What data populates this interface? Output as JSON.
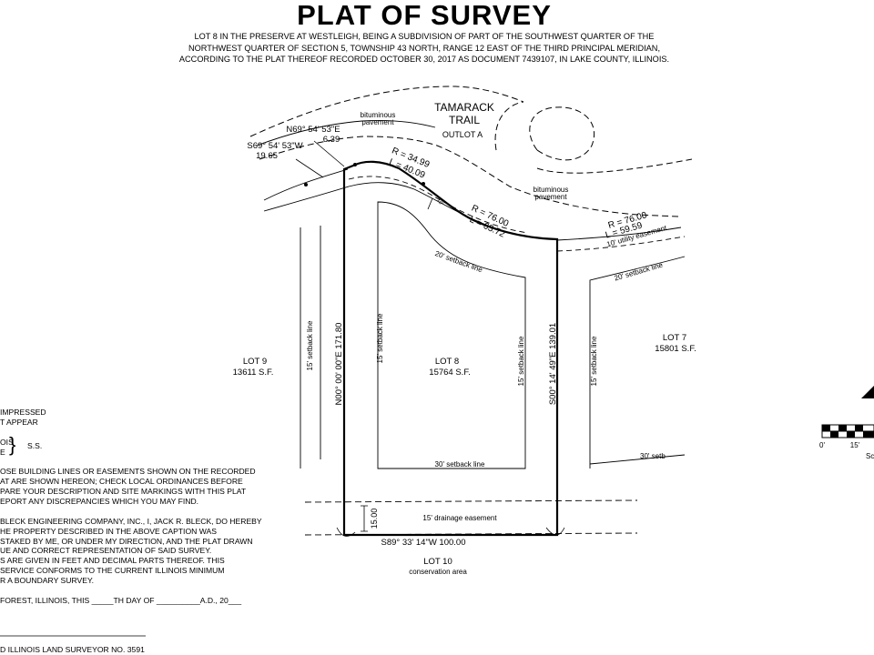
{
  "header": {
    "title": "PLAT OF SURVEY",
    "description": [
      "LOT 8 IN THE PRESERVE AT WESTLEIGH, BEING A SUBDIVISION OF PART OF THE SOUTHWEST QUARTER OF THE",
      "NORTHWEST QUARTER OF SECTION 5, TOWNSHIP 43 NORTH, RANGE 12 EAST OF THE THIRD PRINCIPAL MERIDIAN,",
      "ACCORDING TO THE PLAT THEREOF RECORDED OCTOBER 30, 2017 AS DOCUMENT 7439107, IN LAKE COUNTY, ILLINOIS."
    ]
  },
  "road": {
    "name_line1": "TAMARACK",
    "name_line2": "TRAIL",
    "outlot": "OUTLOT A",
    "pavement_label1_a": "bituminous",
    "pavement_label1_b": "pavement",
    "pavement_label2_a": "bituminous",
    "pavement_label2_b": "pavement"
  },
  "bearings": {
    "n69": "N69° 54' 53\"E",
    "n69_dist": "6.39",
    "s69": "S69° 54' 53\"W",
    "s69_dist": "19.65",
    "west": "N00° 00' 00\"E  171.80",
    "east": "S00° 14' 49\"E  139.01",
    "south": "S89° 33' 14\"W  100.00",
    "drain_width": "15.00",
    "curve_tick": "10'"
  },
  "curves": {
    "c1_r": "R = 34.99",
    "c1_l": "L = 40.09",
    "c2_r": "R = 76.00",
    "c2_l": "L = 63.72",
    "c3_r": "R = 76.00",
    "c3_l": "L = 59.59"
  },
  "easements": {
    "utility": "10' utility easement",
    "setback_20_lot8": "20' setback line",
    "setback_20_lot7": "20' setback line",
    "setback_15_lot9": "15' setback line",
    "setback_15_lot8_left": "15' setback line",
    "setback_15_lot8_right": "15' setback line",
    "setback_15_lot7": "15' setback line",
    "setback_30_lot8": "30' setback line",
    "setback_30_lot7": "30' setb",
    "drainage": "15' drainage easement"
  },
  "lots": {
    "lot9_name": "LOT 9",
    "lot9_area": "13611 S.F.",
    "lot8_name": "LOT 8",
    "lot8_area": "15764 S.F.",
    "lot7_name": "LOT 7",
    "lot7_area": "15801 S.F.",
    "lot10_name": "LOT 10",
    "lot10_sub": "conservation area"
  },
  "scale": {
    "zero": "0'",
    "fifteen": "15'",
    "label": "Sc"
  },
  "notes": {
    "lines": [
      "IMPRESSED",
      "T APPEAR",
      "",
      "OIS",
      "E",
      "",
      "OSE BUILDING LINES OR EASEMENTS SHOWN ON THE RECORDED",
      "AT ARE SHOWN HEREON;  CHECK LOCAL ORDINANCES BEFORE",
      "PARE YOUR DESCRIPTION AND SITE MARKINGS WITH THIS PLAT",
      "EPORT ANY DISCREPANCIES WHICH YOU MAY FIND.",
      "",
      "BLECK ENGINEERING COMPANY, INC., I, JACK R. BLECK, DO HEREBY",
      "HE PROPERTY DESCRIBED IN THE ABOVE CAPTION WAS",
      "STAKED BY ME, OR UNDER MY DIRECTION, AND THE PLAT DRAWN",
      "UE AND CORRECT REPRESENTATION OF SAID SURVEY.",
      "S ARE GIVEN IN FEET AND DECIMAL PARTS THEREOF.  THIS",
      "SERVICE CONFORMS TO THE CURRENT ILLINOIS MINIMUM",
      "R A BOUNDARY SURVEY.",
      "",
      "FOREST, ILLINOIS, THIS _____TH DAY OF __________A.D., 20___",
      "",
      "",
      "",
      "",
      "D ILLINOIS LAND SURVEYOR NO. 3591"
    ],
    "ss": "S.S."
  }
}
